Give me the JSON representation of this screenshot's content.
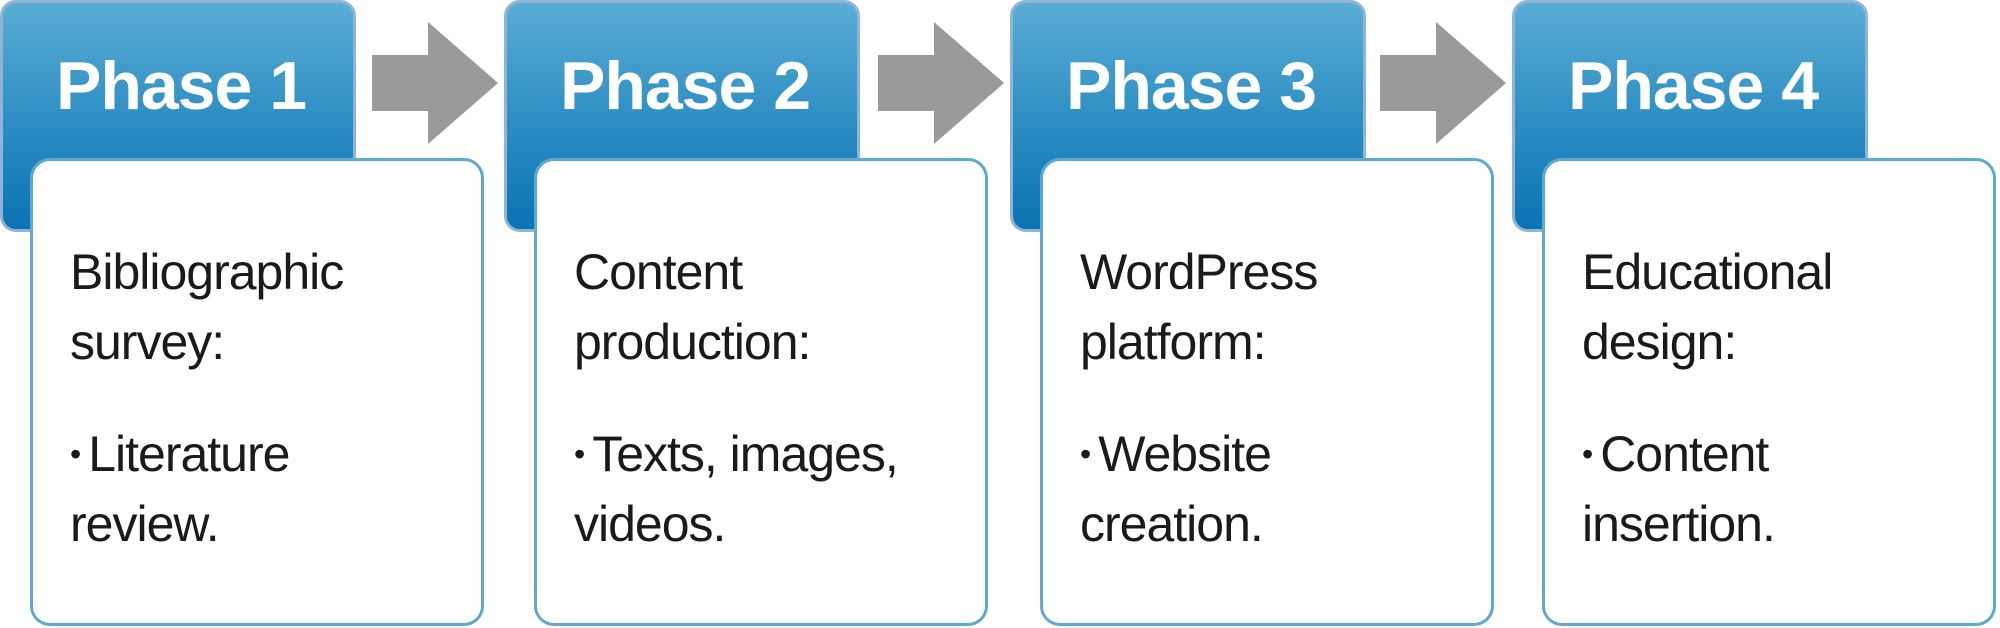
{
  "phases": [
    {
      "title": "Phase 1",
      "heading_line1": "Bibliographic",
      "heading_line2": "survey:",
      "bullet_line1": "Literature",
      "bullet_line2": "review."
    },
    {
      "title": "Phase 2",
      "heading_line1": "Content",
      "heading_line2": "production:",
      "bullet_line1": "Texts, images,",
      "bullet_line2": "videos."
    },
    {
      "title": "Phase 3",
      "heading_line1": "WordPress",
      "heading_line2": "platform:",
      "bullet_line1": "Website",
      "bullet_line2": "creation."
    },
    {
      "title": "Phase 4",
      "heading_line1": "Educational",
      "heading_line2": "design:",
      "bullet_line1": "Content",
      "bullet_line2": "insertion."
    }
  ],
  "bullet_symbol": "•",
  "colors": {
    "header_top": "#5aadd3",
    "header_bottom": "#0a73b2",
    "card_border": "#5fa9cf",
    "arrow": "#999a9c"
  }
}
